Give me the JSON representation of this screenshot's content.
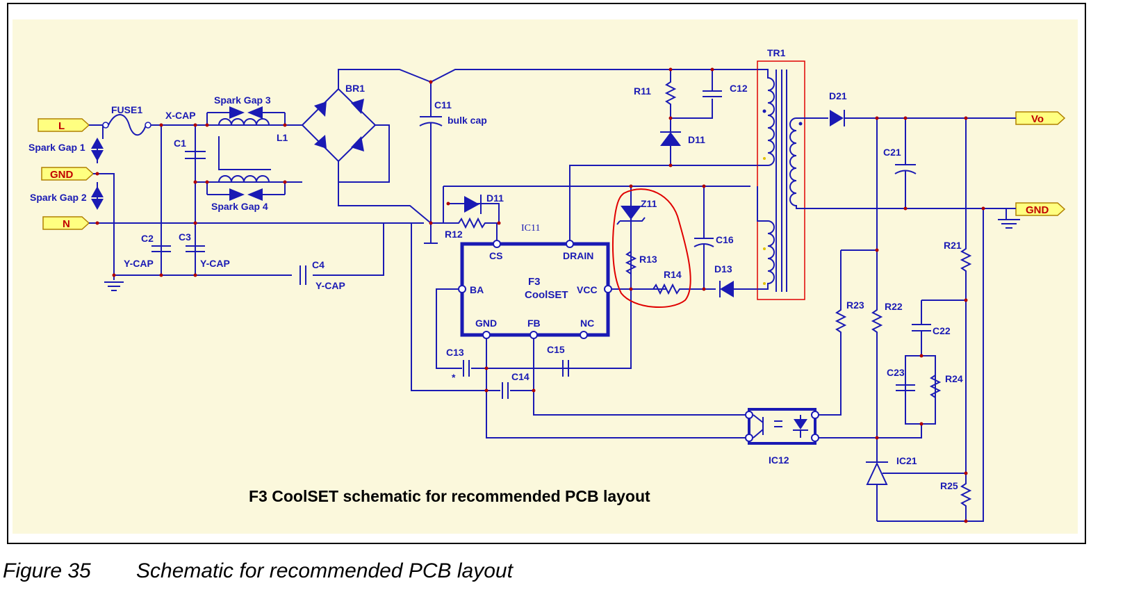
{
  "schematic": {
    "title": "F3 CoolSET schematic for recommended PCB layout",
    "colors": {
      "background": "#fbf8dc",
      "wire": "#1a1ab4",
      "highlight": "#e00000",
      "port_fill": "#ffff80",
      "port_text": "#c00000"
    },
    "ports": {
      "l": "L",
      "gnd_left": "GND",
      "n": "N",
      "vo": "Vo",
      "gnd_right": "GND"
    },
    "labels": {
      "fuse1": "FUSE1",
      "xcap": "X-CAP",
      "spark_gap_1": "Spark Gap 1",
      "spark_gap_2": "Spark Gap 2",
      "spark_gap_3": "Spark Gap 3",
      "spark_gap_4": "Spark Gap 4",
      "l1": "L1",
      "c1": "C1",
      "c2": "C2",
      "c3": "C3",
      "ycap_1": "Y-CAP",
      "ycap_2": "Y-CAP",
      "ycap_3": "Y-CAP",
      "c4": "C4",
      "br1": "BR1",
      "c11": "C11",
      "bulk_cap": "bulk cap",
      "d11_top": "D11",
      "r12": "R12",
      "ic11": "IC11",
      "r11": "R11",
      "c12": "C12",
      "d11_right": "D11",
      "z11": "Z11",
      "r13": "R13",
      "r14": "R14",
      "c16": "C16",
      "d13": "D13",
      "tr1": "TR1",
      "d21": "D21",
      "c21": "C21",
      "r21": "R21",
      "r22": "R22",
      "r23": "R23",
      "c22": "C22",
      "c23": "C23",
      "r24": "R24",
      "ic21": "IC21",
      "r25": "R25",
      "ic12": "IC12",
      "c13": "C13",
      "c14": "C14",
      "c15": "C15",
      "asterisk": "*"
    },
    "ic": {
      "name_line1": "F3",
      "name_line2": "CoolSET",
      "pins": {
        "cs": "CS",
        "drain": "DRAIN",
        "ba": "BA",
        "vcc": "VCC",
        "gnd": "GND",
        "fb": "FB",
        "nc": "NC"
      }
    }
  },
  "caption": {
    "figure": "Figure 35",
    "text": "Schematic for recommended PCB layout"
  }
}
